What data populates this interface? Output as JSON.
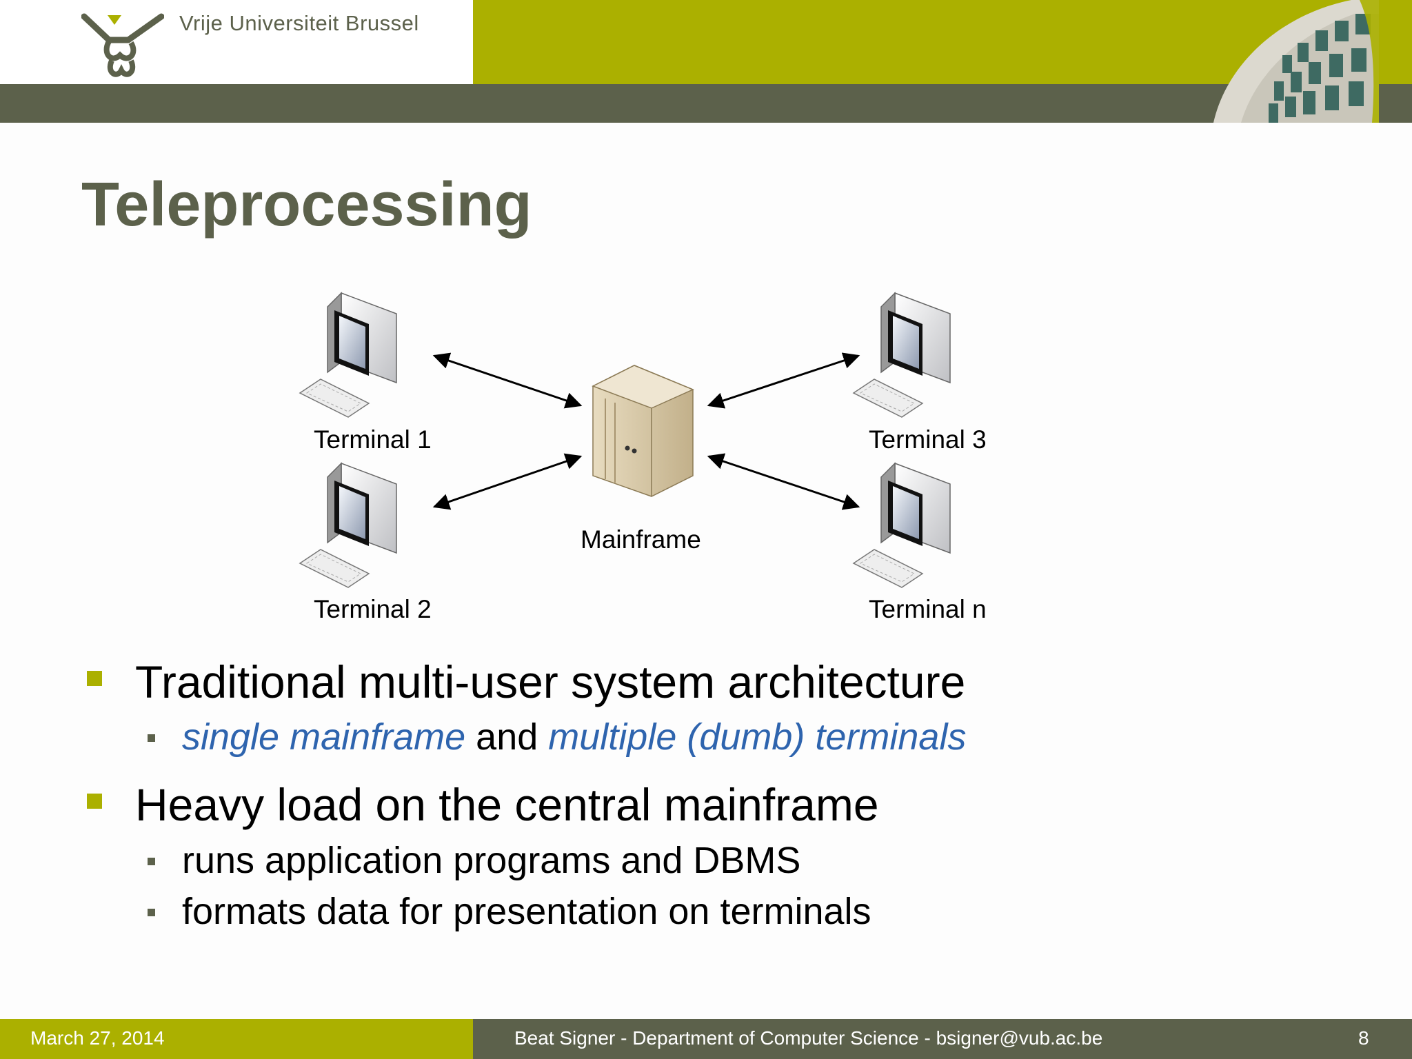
{
  "header": {
    "university_name": "Vrije Universiteit Brussel",
    "logo_icon": "vub-logo-icon",
    "building_image": "building-photo"
  },
  "slide": {
    "title": "Teleprocessing",
    "diagram": {
      "terminal1": "Terminal 1",
      "terminal2": "Terminal 2",
      "terminal3": "Terminal 3",
      "terminaln": "Terminal n",
      "mainframe": "Mainframe"
    },
    "bullets": [
      {
        "text": "Traditional multi-user system architecture",
        "sub": {
          "part1": "single mainframe",
          "part2": " and ",
          "part3": "multiple (dumb) terminals"
        }
      },
      {
        "text": "Heavy load on the central mainframe",
        "subs": [
          "runs application programs and DBMS",
          "formats data for presentation on terminals"
        ]
      }
    ]
  },
  "footer": {
    "date": "March 27, 2014",
    "author": "Beat Signer - Department of Computer Science - bsigner@vub.ac.be",
    "page": "8"
  },
  "colors": {
    "accent_green": "#abb000",
    "dark_olive": "#5c614b",
    "link_blue": "#2e64ae"
  }
}
